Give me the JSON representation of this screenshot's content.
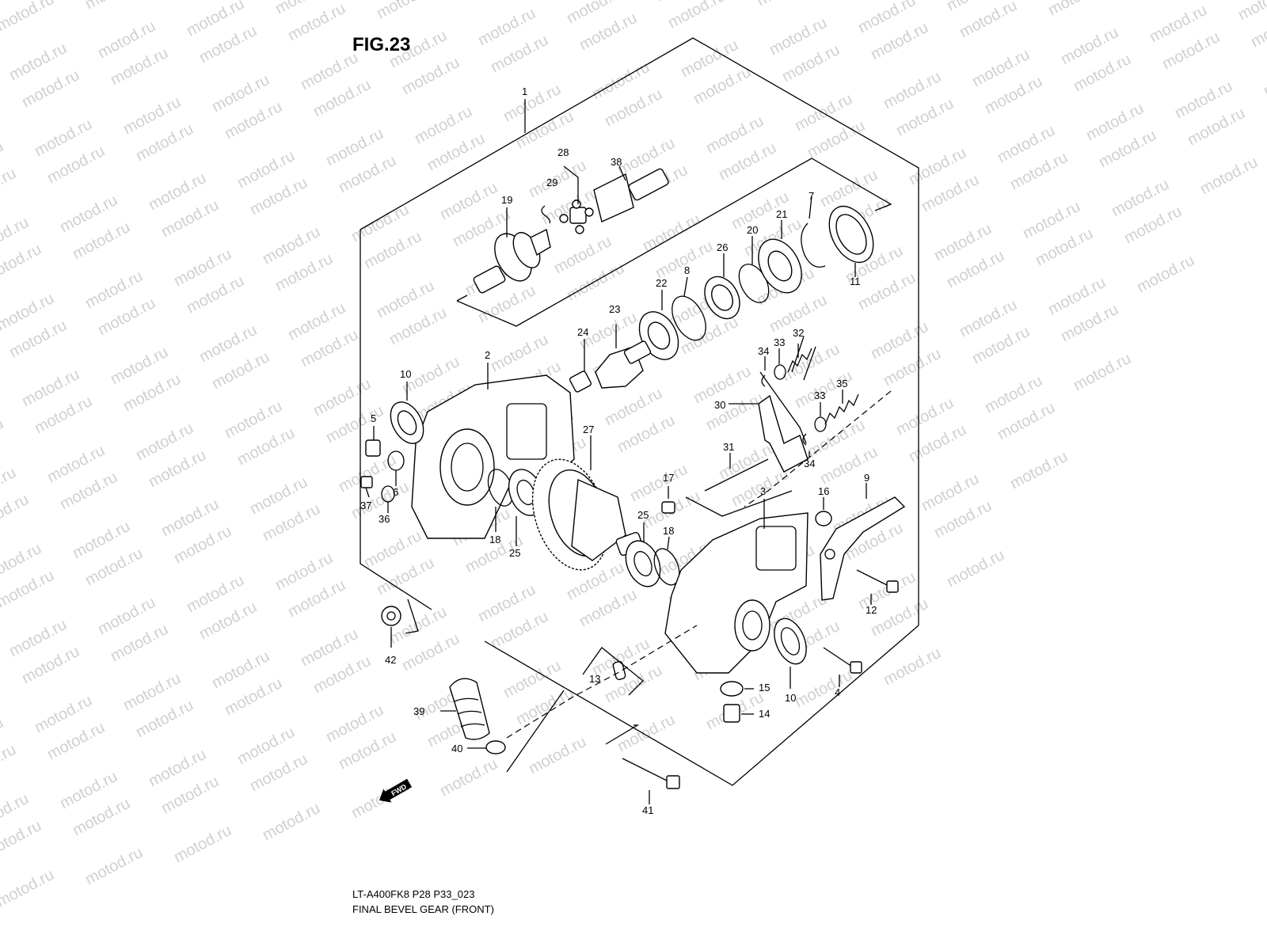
{
  "figure": {
    "title": "FIG.23",
    "code": "LT-A400FK8  P28  P33_023",
    "caption": "FINAL BEVEL GEAR (FRONT)",
    "fwd_label": "FWD",
    "watermark": "motod.ru"
  },
  "callouts": [
    "1",
    "2",
    "3",
    "4",
    "5",
    "6",
    "7",
    "8",
    "9",
    "10",
    "10",
    "11",
    "12",
    "13",
    "14",
    "15",
    "16",
    "17",
    "18",
    "18",
    "19",
    "20",
    "21",
    "22",
    "23",
    "24",
    "25",
    "25",
    "26",
    "27",
    "28",
    "29",
    "30",
    "31",
    "32",
    "33",
    "33",
    "34",
    "34",
    "35",
    "36",
    "37",
    "38",
    "39",
    "40",
    "41",
    "42"
  ]
}
